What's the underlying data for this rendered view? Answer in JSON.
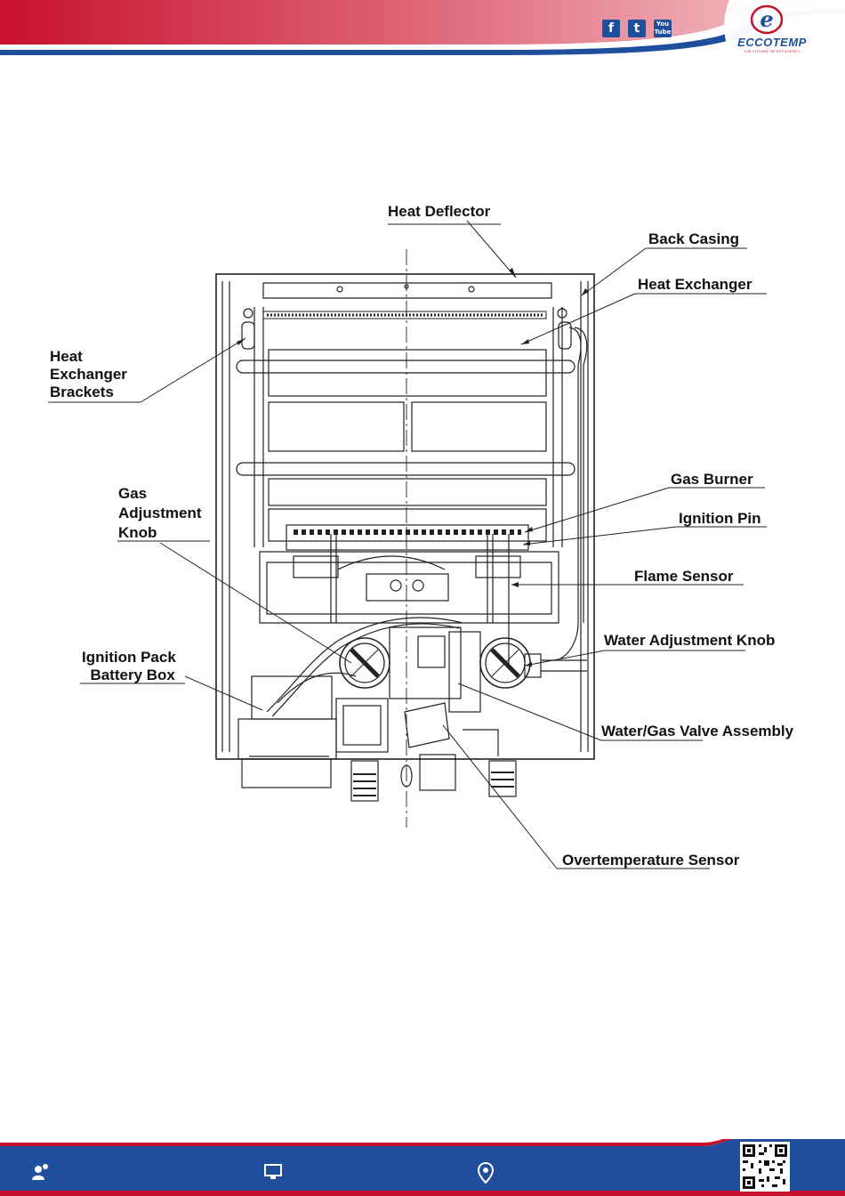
{
  "brand": {
    "name": "ECCOTEMP",
    "tagline": "THE FUTURE OF EFFICIENCY",
    "logo_letter": "e",
    "colors": {
      "red": "#c8102e",
      "blue": "#1f4f9c",
      "pink": "#f3a9b3"
    }
  },
  "social": [
    {
      "label": "f",
      "icon": "facebook-icon"
    },
    {
      "label": "t",
      "icon": "twitter-icon"
    },
    {
      "label": "You\nTube",
      "icon": "youtube-icon"
    }
  ],
  "diagram": {
    "labels": {
      "heat_deflector": "Heat Deflector",
      "back_casing": "Back Casing",
      "heat_exchanger": "Heat Exchanger",
      "heat_exchanger_brackets": "Heat\nExchanger\nBrackets",
      "gas_burner": "Gas Burner",
      "ignition_pin": "Ignition Pin",
      "gas_adjustment_knob": "Gas\nAdjustment\nKnob",
      "flame_sensor": "Flame Sensor",
      "water_adjustment_knob": "Water Adjustment Knob",
      "ignition_pack_battery_box": "Ignition Pack\n  Battery Box",
      "water_gas_valve_assembly": "Water/Gas Valve Assembly",
      "overtemperature_sensor": "Overtemperature Sensor"
    }
  },
  "footer": {
    "icons": [
      "contact-icon",
      "monitor-icon",
      "location-pin-icon",
      "qr-code-icon"
    ]
  }
}
